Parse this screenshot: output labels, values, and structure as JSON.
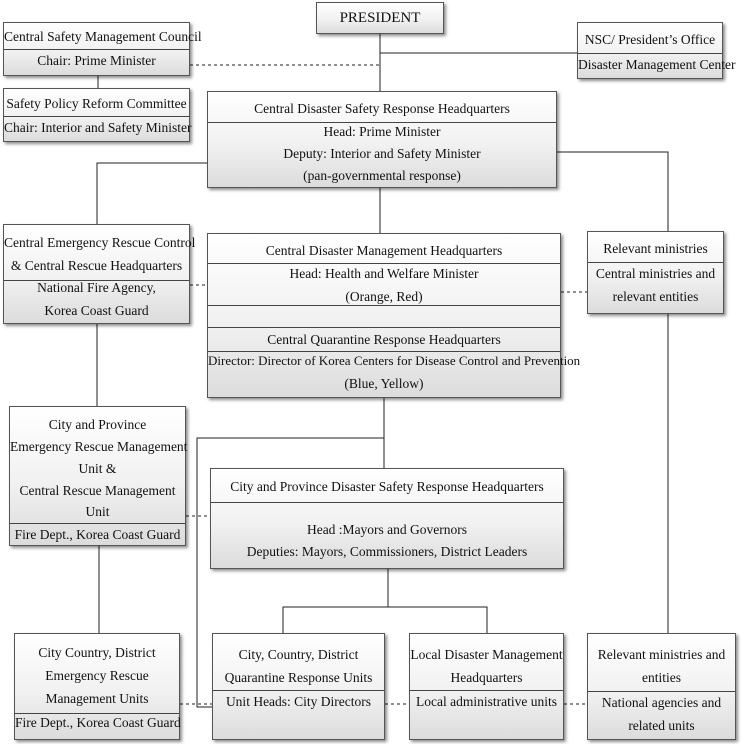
{
  "president": {
    "title": "PRESIDENT"
  },
  "central_safety_council": {
    "title": "Central Safety Management Council",
    "chair": "Chair: Prime Minister"
  },
  "safety_policy_committee": {
    "title": "Safety Policy Reform Committee",
    "chair": "Chair: Interior and Safety Minister"
  },
  "nsc_office": {
    "title": "NSC/ President’s Office",
    "subtitle": "Disaster Management Center"
  },
  "central_disaster_safety_hq": {
    "title": "Central Disaster Safety Response Headquarters",
    "head": "Head: Prime Minister",
    "deputy": "Deputy: Interior and Safety Minister",
    "note": "(pan-governmental response)"
  },
  "central_emergency_rescue": {
    "title_line1": "Central Emergency Rescue Control",
    "title_line2": "& Central Rescue Headquarters",
    "agencies_line1": "National Fire Agency,",
    "agencies_line2": "Korea Coast Guard"
  },
  "central_disaster_mgmt_hq": {
    "title": "Central Disaster Management Headquarters",
    "head": "Head: Health and Welfare Minister",
    "levels": "(Orange, Red)",
    "quarantine_title": "Central Quarantine Response Headquarters",
    "director": "Director: Director of Korea Centers for Disease Control and Prevention",
    "quarantine_levels": "(Blue, Yellow)"
  },
  "relevant_ministries_central": {
    "title": "Relevant ministries",
    "entities_line1": "Central ministries and",
    "entities_line2": "relevant entities"
  },
  "city_province_rescue_unit": {
    "line1": "City and Province",
    "line2": "Emergency Rescue Management",
    "line3": "Unit &",
    "line4": "Central Rescue Management",
    "line5": "Unit",
    "agencies": "Fire Dept., Korea Coast Guard"
  },
  "city_province_hq": {
    "title": "City and Province Disaster Safety Response Headquarters",
    "head": "Head :Mayors and Governors",
    "deputies": "Deputies: Mayors, Commissioners, District Leaders"
  },
  "city_country_rescue_units": {
    "line1": "City Country, District",
    "line2": "Emergency Rescue",
    "line3": "Management Units",
    "agencies": "Fire Dept., Korea Coast Guard"
  },
  "quarantine_units": {
    "line1": "City, Country, District",
    "line2": "Quarantine Response Units",
    "heads": "Unit Heads: City Directors"
  },
  "local_disaster_hq": {
    "line1": "Local Disaster Management",
    "line2": "Headquarters",
    "units": "Local administrative units"
  },
  "relevant_ministries_local": {
    "line1": "Relevant ministries and",
    "line2": "entities",
    "agencies_line1": "National agencies and",
    "agencies_line2": "related units"
  }
}
